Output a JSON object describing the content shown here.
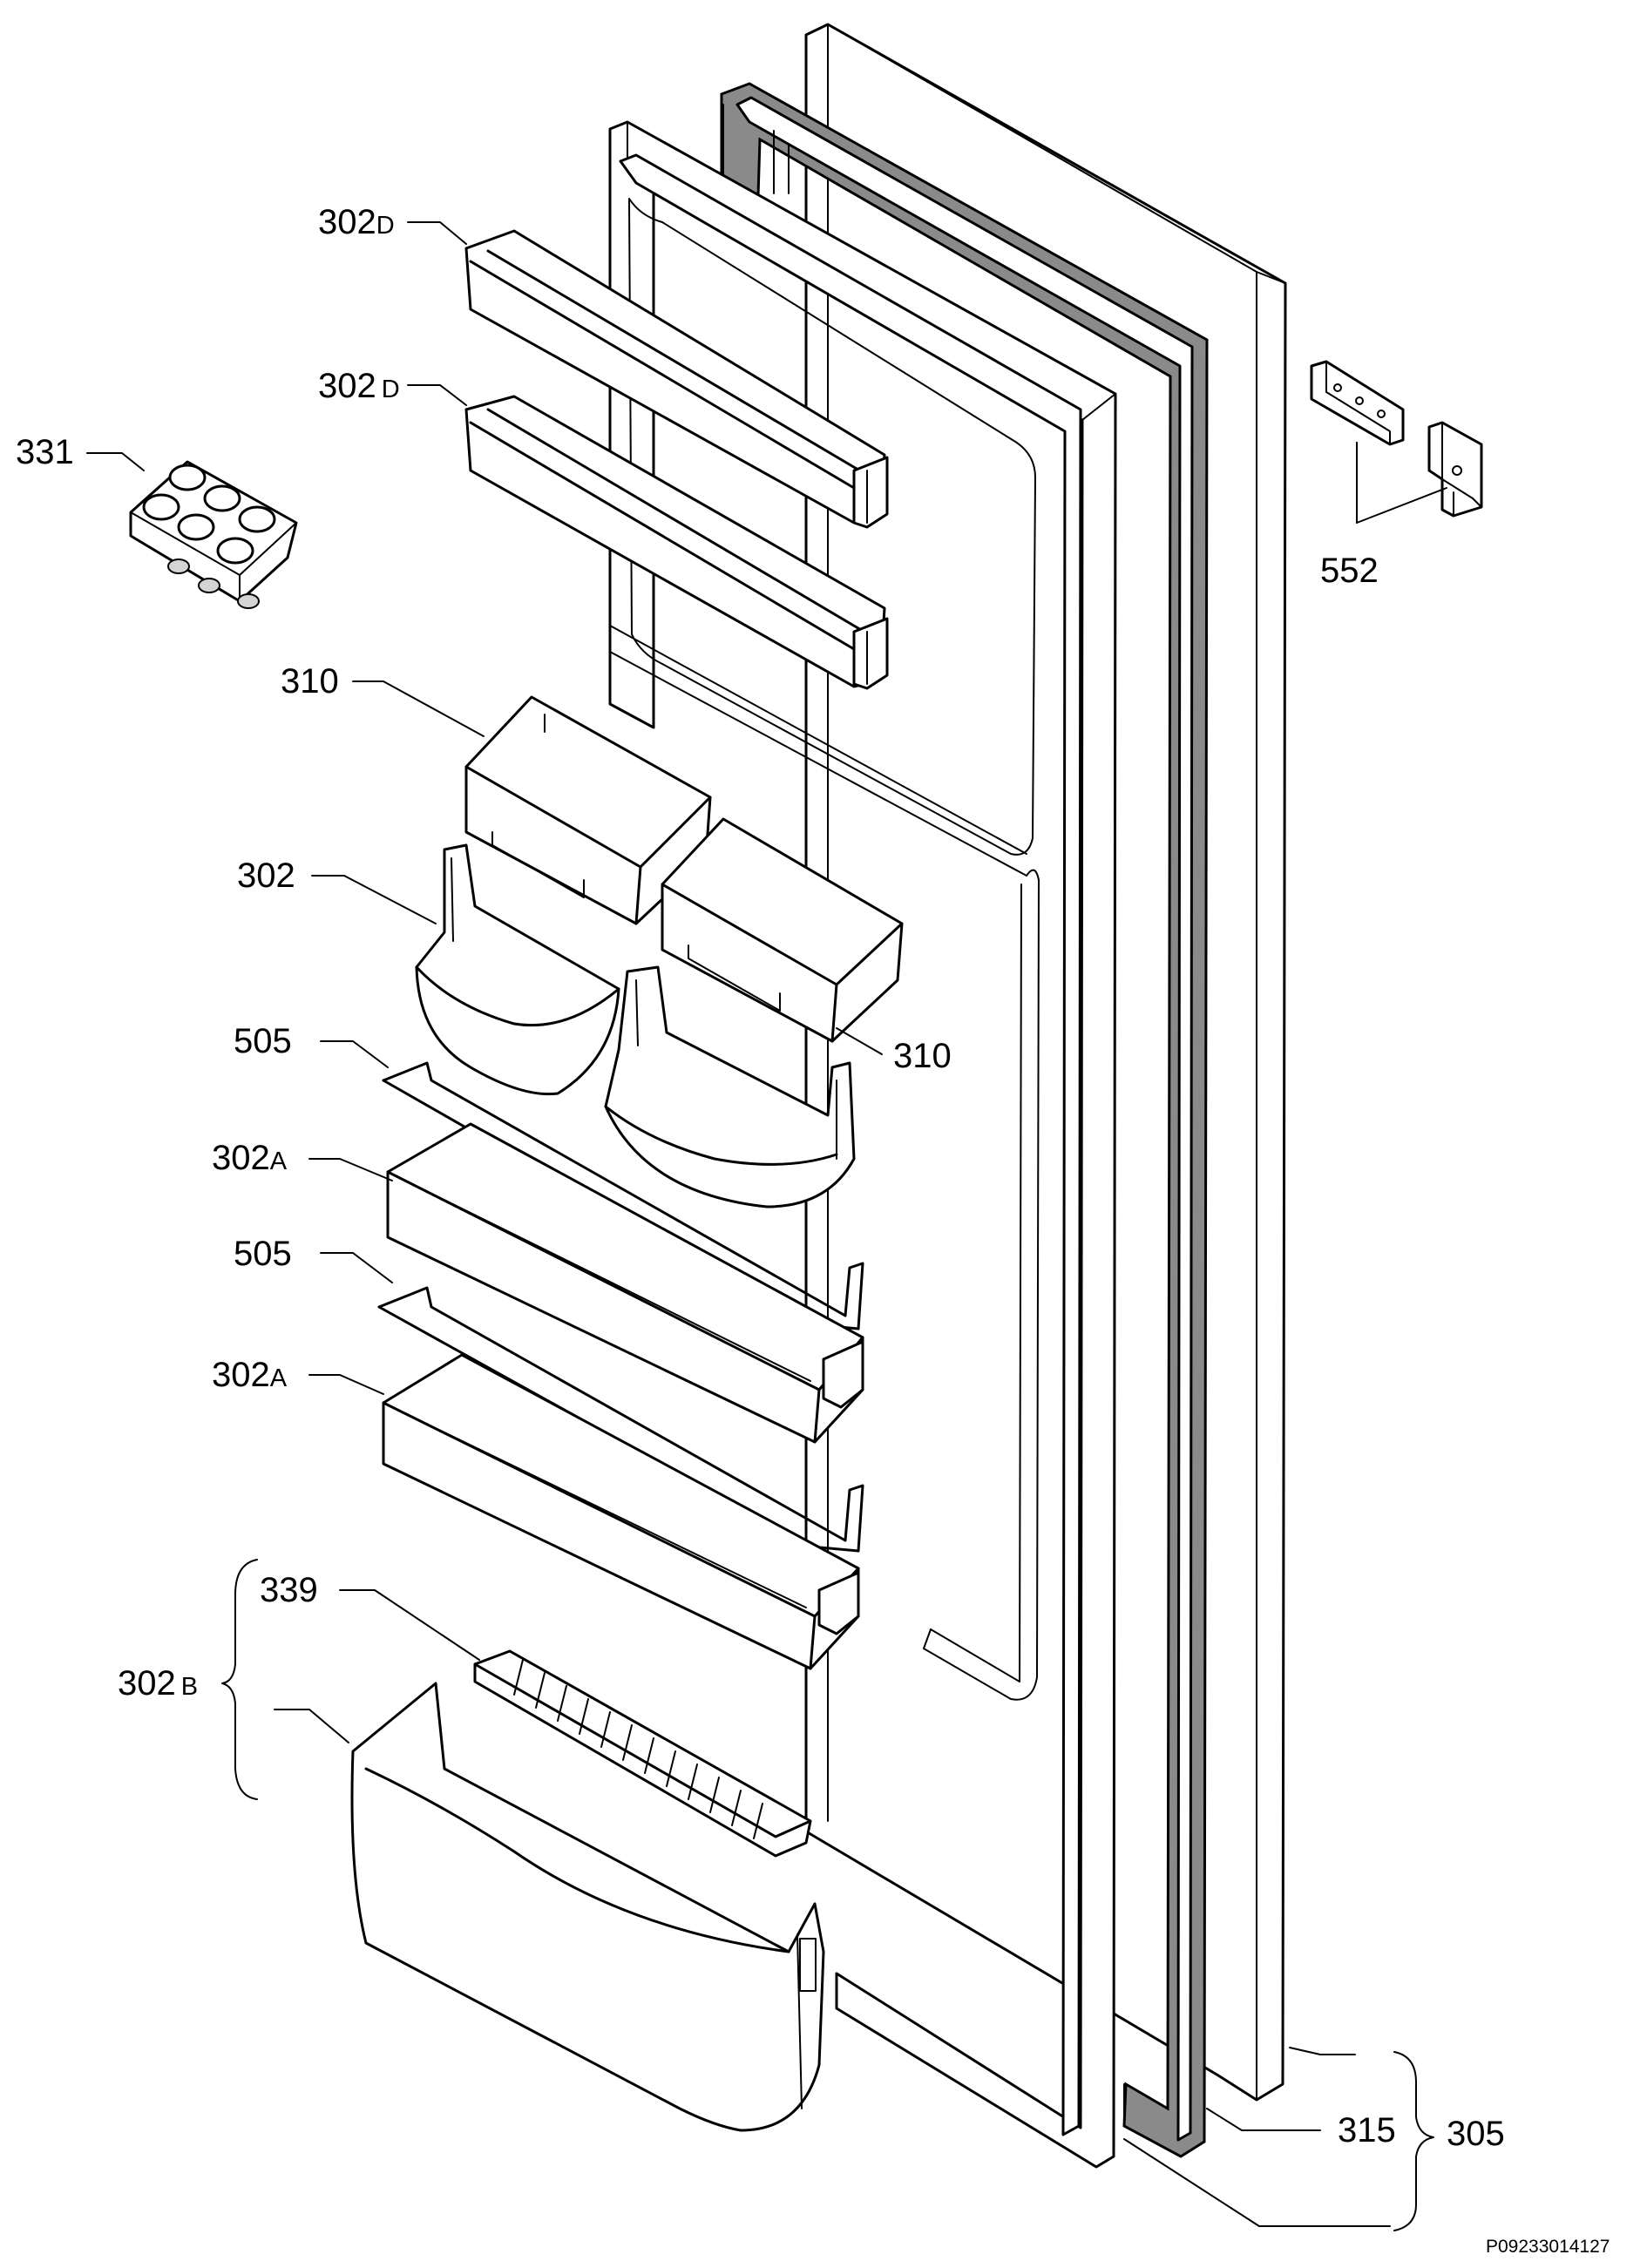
{
  "diagram": {
    "labels": [
      {
        "id": "302D-top",
        "text": "302",
        "suffix": "D"
      },
      {
        "id": "302D-second",
        "text": "302",
        "suffix": "D"
      },
      {
        "id": "331",
        "text": "331",
        "suffix": ""
      },
      {
        "id": "552",
        "text": "552",
        "suffix": ""
      },
      {
        "id": "310-left",
        "text": "310",
        "suffix": ""
      },
      {
        "id": "302",
        "text": "302",
        "suffix": ""
      },
      {
        "id": "310-right",
        "text": "310",
        "suffix": ""
      },
      {
        "id": "505-top",
        "text": "505",
        "suffix": ""
      },
      {
        "id": "302A-top",
        "text": "302",
        "suffix": "A"
      },
      {
        "id": "505-second",
        "text": "505",
        "suffix": ""
      },
      {
        "id": "302A-second",
        "text": "302",
        "suffix": "A"
      },
      {
        "id": "339",
        "text": "339",
        "suffix": ""
      },
      {
        "id": "302B",
        "text": "302",
        "suffix": "B"
      },
      {
        "id": "315",
        "text": "315",
        "suffix": ""
      },
      {
        "id": "305",
        "text": "305",
        "suffix": ""
      }
    ],
    "drawing_code": "P09233014127"
  }
}
